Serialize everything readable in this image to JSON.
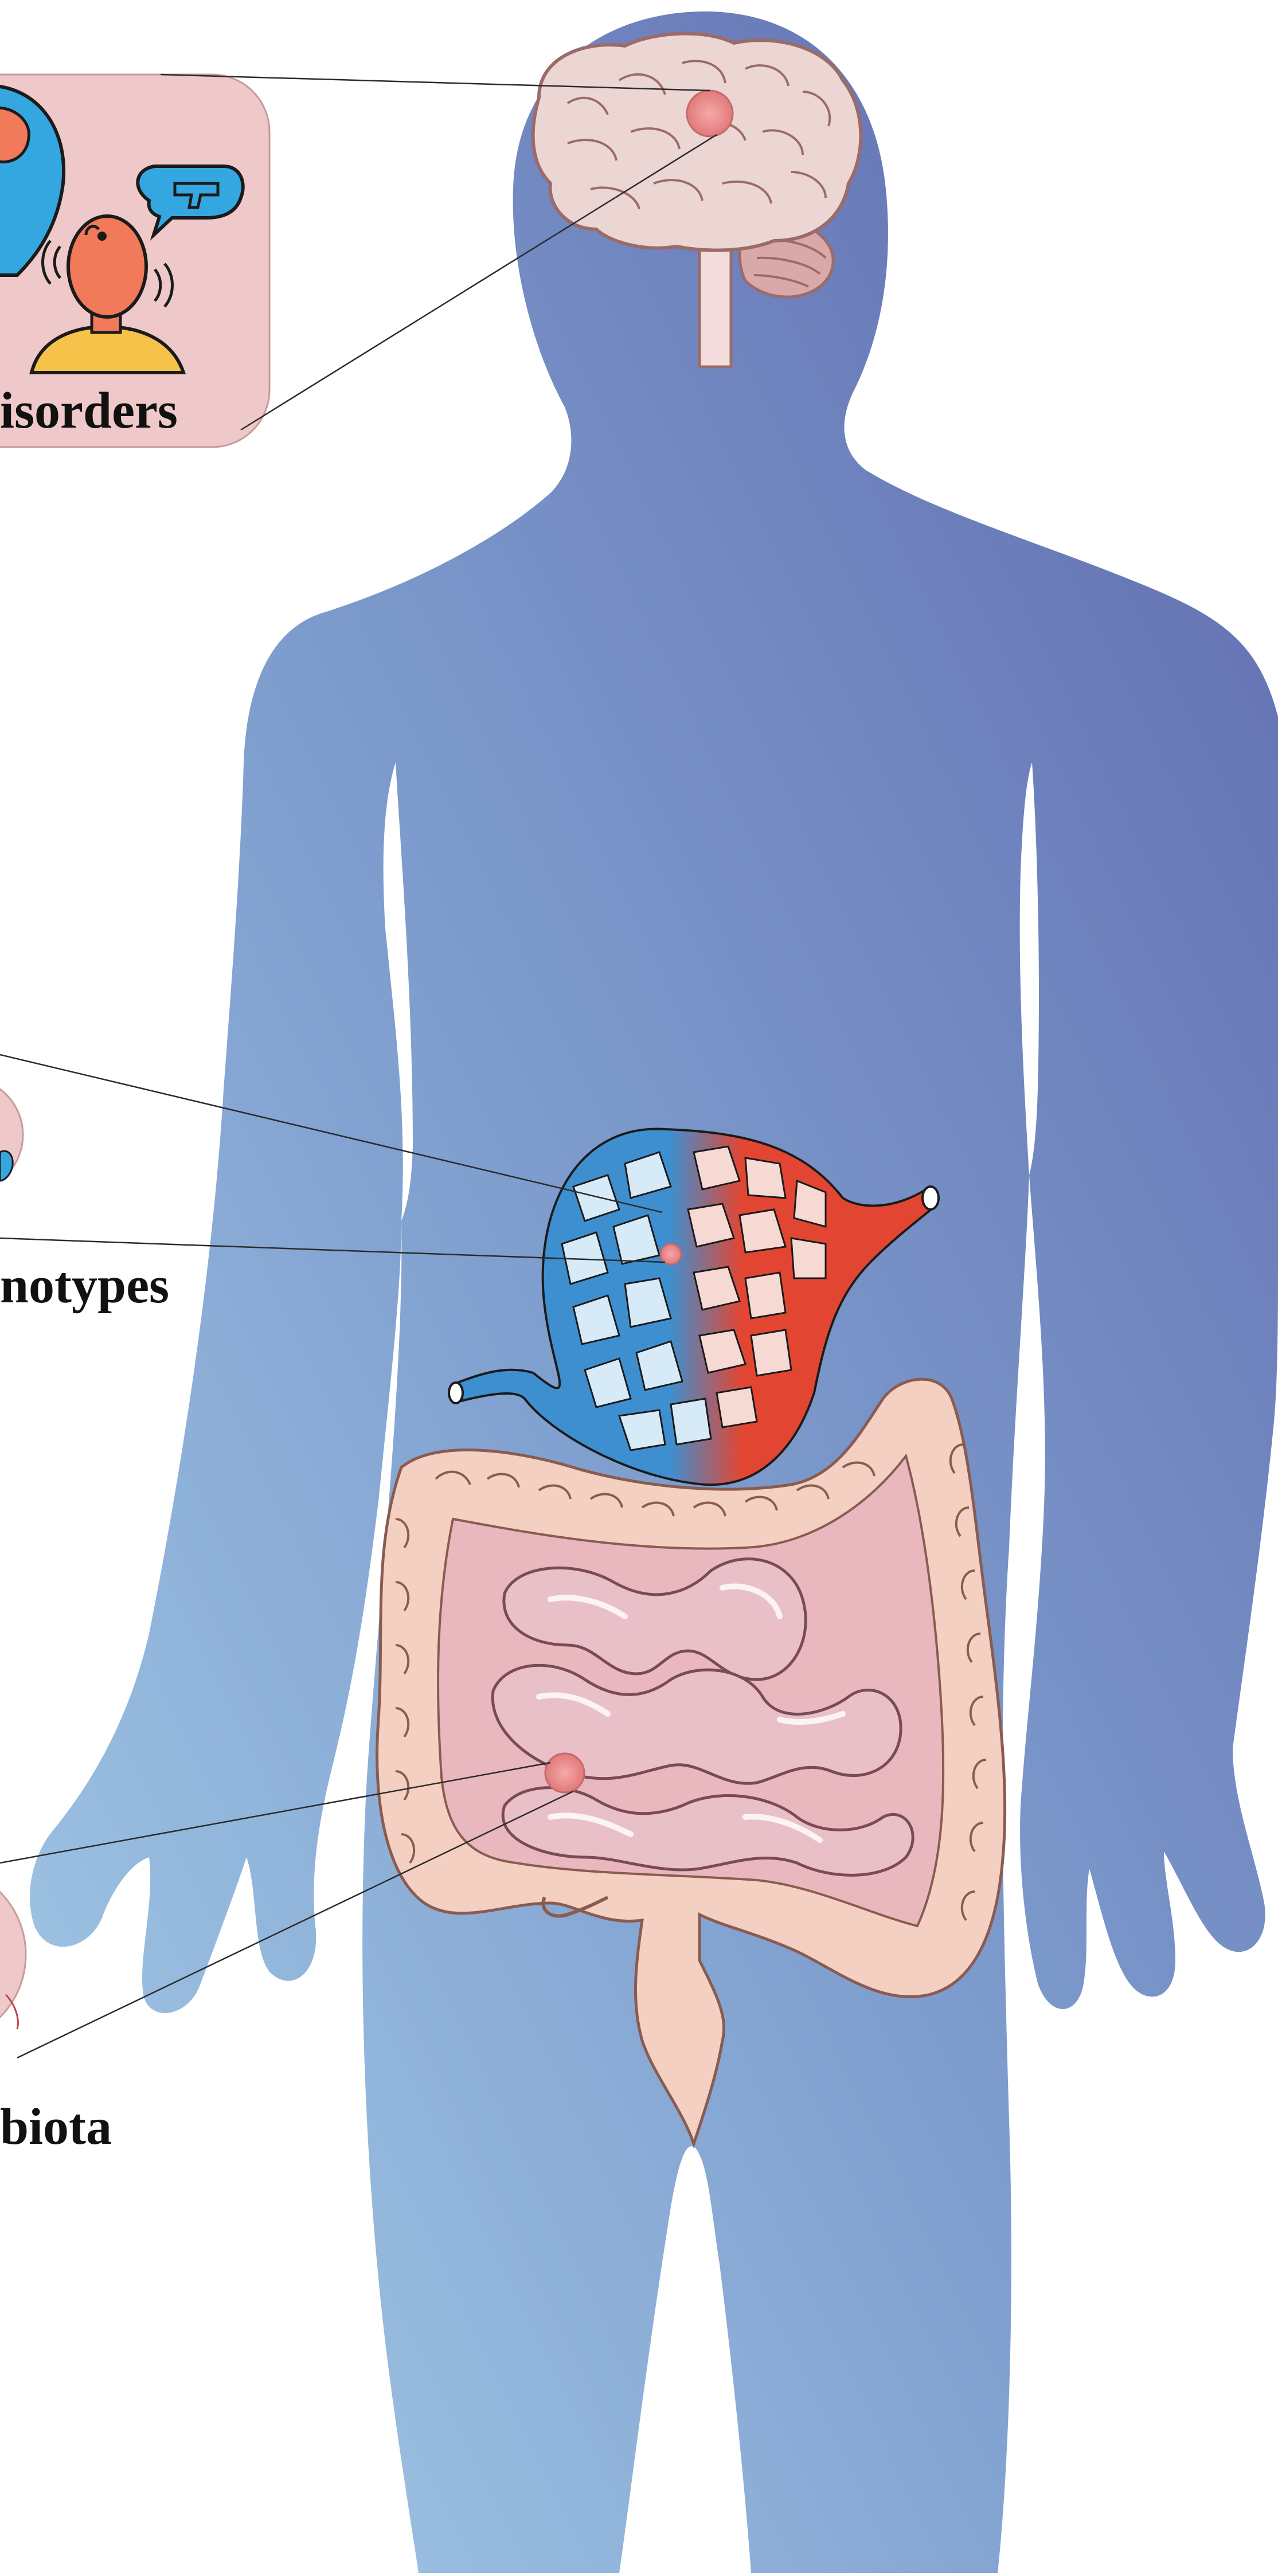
{
  "labels": {
    "top": "isorders",
    "middle": "notypes",
    "bottom": "biota"
  },
  "colors": {
    "background": "#ffffff",
    "body_top": "#6a75b5",
    "body_bottom": "#a3cbe6",
    "brain": "#ecd6d3",
    "brain_stroke": "#9b6b6a",
    "vein_blue": "#3e8fd0",
    "artery_red": "#e24632",
    "intestine": "#f2cfc6",
    "small_intestine": "#e6b6c0",
    "panel_bg": "#efc9c9",
    "callout_line": "#2b2b2b"
  },
  "icons": [
    "human-silhouette",
    "brain-icon",
    "liver-lobule-icon",
    "intestines-icon",
    "distressed-person-icon",
    "speech-bubble-gun-icon"
  ]
}
